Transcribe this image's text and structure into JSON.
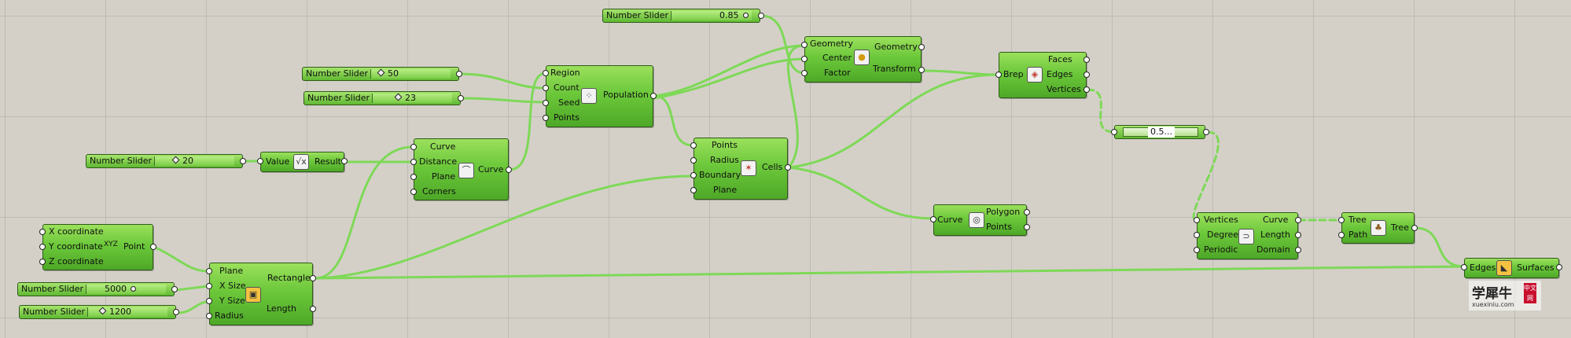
{
  "sliders": {
    "s085": {
      "name": "Number Slider",
      "value": "0.85"
    },
    "s50": {
      "name": "Number Slider",
      "value": "50"
    },
    "s23": {
      "name": "Number Slider",
      "value": "23"
    },
    "s20": {
      "name": "Number Slider",
      "value": "20"
    },
    "s5000": {
      "name": "Number Slider",
      "value": "5000"
    },
    "s1200": {
      "name": "Number Slider",
      "value": "1200"
    },
    "s05": {
      "value": "0.5..."
    }
  },
  "components": {
    "pointxyz": {
      "inputs": [
        "X coordinate",
        "Y coordinate",
        "Z coordinate"
      ],
      "output": "Point",
      "icon": "XYZ"
    },
    "value": {
      "input": "Value",
      "output": "Result",
      "icon": "√x"
    },
    "offset": {
      "inputs": [
        "Curve",
        "Distance",
        "Plane",
        "Corners"
      ],
      "output": "Curve"
    },
    "rectangle": {
      "inputs": [
        "Plane",
        "X Size",
        "Y Size",
        "Radius"
      ],
      "outputs": [
        "Rectangle",
        "Length"
      ]
    },
    "populate": {
      "inputs": [
        "Region",
        "Count",
        "Seed",
        "Points"
      ],
      "output": "Population"
    },
    "voronoi": {
      "inputs": [
        "Points",
        "Radius",
        "Boundary",
        "Plane"
      ],
      "output": "Cells"
    },
    "scale": {
      "inputs": [
        "Geometry",
        "Center",
        "Factor"
      ],
      "outputs": [
        "Geometry",
        "Transform"
      ]
    },
    "polygon": {
      "input": "Curve",
      "outputs": [
        "Polygon",
        "Points"
      ]
    },
    "dbrep": {
      "input": "Brep",
      "outputs": [
        "Faces",
        "Edges",
        "Vertices"
      ]
    },
    "nurbs": {
      "inputs": [
        "Vertices",
        "Degree",
        "Periodic"
      ],
      "outputs": [
        "Curve",
        "Length",
        "Domain"
      ]
    },
    "tree": {
      "inputs": [
        "Tree",
        "Path"
      ],
      "output": "Tree"
    },
    "edgesurf": {
      "input": "Edges",
      "output": "Surfaces"
    }
  },
  "watermark": {
    "cn": "学犀牛",
    "badge": "中文网",
    "url": "xuexiniu.com"
  },
  "colors": {
    "canvas": "#d4d0c8",
    "component": "#6cc83a",
    "wire": "#7ed957"
  }
}
